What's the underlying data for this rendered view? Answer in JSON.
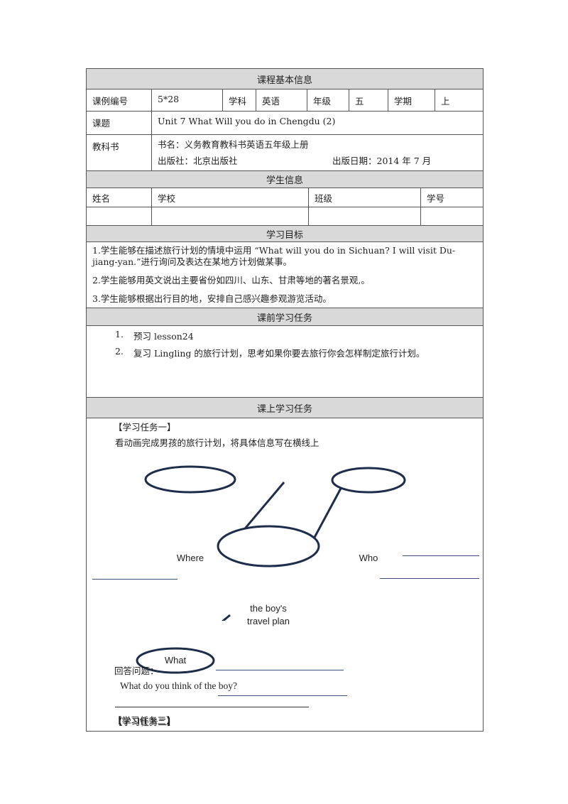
{
  "course_info": {
    "header": "课程基本信息",
    "id_label": "课例编号",
    "id_value": "5*28",
    "subject_label": "学科",
    "subject_value": "英语",
    "grade_label": "年级",
    "grade_value": "五",
    "term_label": "学期",
    "term_value": "上",
    "topic_label": "课题",
    "topic_value": "Unit 7 What Will you do in Chengdu (2)",
    "textbook_label": "教科书",
    "book_name": "书名：义务教育教科书英语五年级上册",
    "publisher": "出版社：北京出版社",
    "pub_date": "出版日期：2014 年 7 月"
  },
  "student_info": {
    "header": "学生信息",
    "name_label": "姓名",
    "school_label": "学校",
    "class_label": "班级",
    "number_label": "学号"
  },
  "objectives": {
    "header": "学习目标",
    "item1": "1.学生能够在描述旅行计划的情境中运用 “What will you do in Sichuan? I will visit Du-jiang-yan.”进行询问及表达在某地方计划做某事。",
    "item2": "2.学生能够用英文说出主要省份如四川、山东、甘肃等地的著名景观,。",
    "item3": "3.学生能够根据出行目的地，安排自己感兴趣参观游览活动。"
  },
  "preclass": {
    "header": "课前学习任务",
    "item1_num": "1.",
    "item1": "预习 lesson24",
    "item2_num": "2.",
    "item2": "复习 Lingling 的旅行计划，思考如果你要去旅行你会怎样制定旅行计划。"
  },
  "inclass": {
    "header": "课上学习任务",
    "task1_title": "【学习任务一】",
    "task1_desc": "看动画完成男孩的旅行计划，将具体信息写在横线上",
    "mindmap": {
      "center_line1": "the boy's",
      "center_line2": "travel plan",
      "where": "Where",
      "who": "Who",
      "what": "What",
      "stroke_color": "#1e2d4a"
    },
    "task2_title": "【学习任务二】",
    "task2_prompt": "回答问题：",
    "task2_question": "What do you think of the boy?",
    "task3_title": "【学习任务三】"
  }
}
